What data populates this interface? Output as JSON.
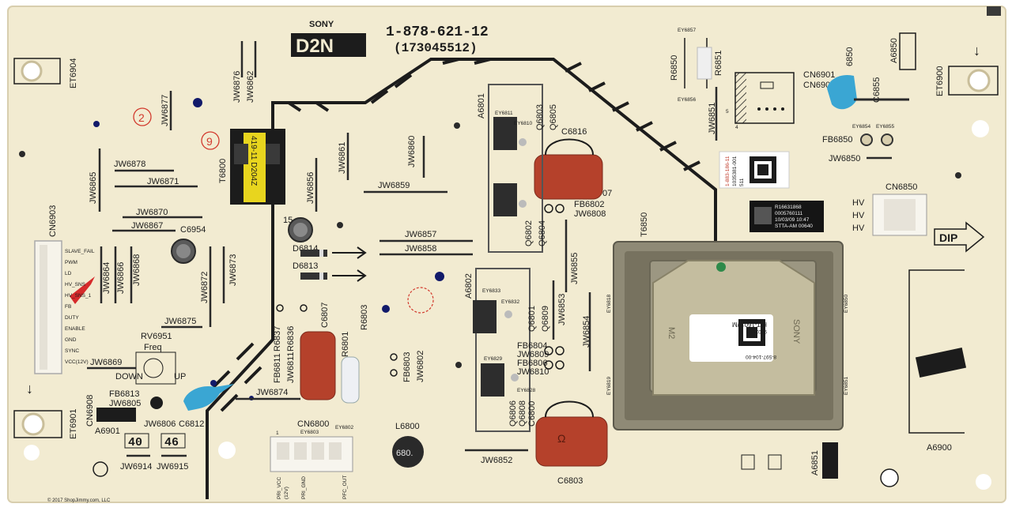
{
  "board": {
    "brand": "SONY",
    "model_logo": "D2N",
    "part_number": "1-878-621-12",
    "sub_number": "(173045512)",
    "copyright": "© 2017 ShopJimmy.com, LLC"
  },
  "labels": {
    "ET6904": "ET6904",
    "ET6900": "ET6900",
    "ET6901": "ET6901",
    "JW6876": "JW6876",
    "JW6862": "JW6862",
    "JW6877": "JW6877",
    "T6800": "T6800",
    "transformer_code": "419-11 D204Z",
    "JW6856": "JW6856",
    "JW6861": "JW6861",
    "JW6860": "JW6860",
    "JW6859": "JW6859",
    "JW6878": "JW6878",
    "JW6871": "JW6871",
    "JW6865": "JW6865",
    "JW6870": "JW6870",
    "JW6867": "JW6867",
    "C6954": "C6954",
    "CN6903": "CN6903",
    "JW6864": "JW6864",
    "JW6866": "JW6866",
    "JW6868": "JW6868",
    "JW6872": "JW6872",
    "JW6873": "JW6873",
    "JW6875": "JW6875",
    "RV6951": "RV6951",
    "Freq": "Freq",
    "DOWN": "DOWN",
    "UP": "UP",
    "JW6869": "JW6869",
    "CN6908": "CN6908",
    "FB6813": "FB6813",
    "JW6805": "JW6805",
    "JW6806": "JW6806",
    "C6812": "C6812",
    "A6901": "A6901",
    "num40": "40",
    "num46": "46",
    "JW6914": "JW6914",
    "JW6915": "JW6915",
    "D6814": "D6814",
    "D6813": "D6813",
    "C6815": "15",
    "JW6857": "JW6857",
    "JW6858": "JW6858",
    "C6807": "C6807",
    "R6837": "R6837",
    "R6836": "R6836",
    "FB6811": "FB6811",
    "JW6811": "JW6811",
    "R6801": "R6801",
    "R6803": "R6803",
    "FB6803": "FB6803",
    "JW6802": "JW6802",
    "JW6874": "JW6874",
    "CN6800": "CN6800",
    "EY6803": "EY6803",
    "EY6802": "EY6802",
    "L6800": "L6800",
    "L6800_val": "680.",
    "pri_vcc": "PRI_VCC",
    "v12": "(12V)",
    "pri_gnd": "PRI_GND",
    "pfc_out": "PFC_OUT",
    "A6801": "A6801",
    "EY6811": "EY6811",
    "EY6810": "EY6810",
    "Q6803": "Q6803",
    "Q6805": "Q6805",
    "C6816": "C6816",
    "FB6802": "FB6802",
    "JW6808": "JW6808",
    "JW6807": "07",
    "Q6802": "Q6802",
    "Q6804": "Q6804",
    "JW6855": "JW6855",
    "A6802": "A6802",
    "EY6833": "EY6833",
    "EY6832": "EY6832",
    "Q6801": "Q6801",
    "Q6809": "Q6809",
    "JW6853": "JW6853",
    "JW6854": "JW6854",
    "FB6804": "FB6804",
    "JW6809": "JW6809",
    "FB6806": "FB6806",
    "JW6810": "JW6810",
    "EY6829": "EY6829",
    "EY6828": "EY6828",
    "Q6806": "Q6806",
    "Q6808": "Q6808",
    "C6800": "C6800",
    "C6803": "C6803",
    "JW6852": "JW6852",
    "EY6857": "EY6857",
    "EY6856": "EY6856",
    "R6850": "R6850",
    "R6851": "R6851",
    "JW6851": "JW6851",
    "CN6901": "CN6901",
    "CN6902": "CN6902",
    "C6855": "C6855",
    "A6850": "A6850",
    "JW6850_top": "6850",
    "EY6854": "EY6854",
    "EY6855": "EY6855",
    "FB6850": "FB6850",
    "JW6850": "JW6850",
    "CN6850": "CN6850",
    "HV1": "HV",
    "HV2": "HV",
    "HV3": "HV",
    "DIP": "DIP",
    "T6850": "T6850",
    "EY6818": "EY6818",
    "EY6819": "EY6819",
    "EY6850": "EY6850",
    "EY6851": "EY6851",
    "A6900": "A6900",
    "A6851": "A6851",
    "pin4": "4",
    "pin5": "5",
    "pin1": "1"
  },
  "cn6903_pins": [
    "SLAVE_FAIL",
    "PWM",
    "LD",
    "HV_SNS",
    "HV_SNS_1",
    "FB",
    "DUTY",
    "ENABLE",
    "GND",
    "SYNC",
    "VCC(12V)"
  ],
  "sticker": {
    "line1": "1-883-186-11",
    "line2": "1035381-001",
    "line3": "511"
  },
  "black_label": {
    "line1": "R16631868",
    "line2": "0005760111",
    "line3": "10/03/09 10:47",
    "line4": "STTA-AM 00640"
  },
  "transformer_label": {
    "line1": "8-597-104-00",
    "line2": "HIT-1601//M",
    "line3": "9302C03",
    "brand": "SONY",
    "mark": "M2"
  },
  "caps": {
    "c6816_text": "",
    "c6803_text": "Ω"
  },
  "colors": {
    "pcb": "#f3ecd2",
    "trace": "#1a1a1a",
    "capacitor": "#b5412b",
    "transformer": "#8f8a76",
    "accent_blue": "#3aa6d3"
  }
}
